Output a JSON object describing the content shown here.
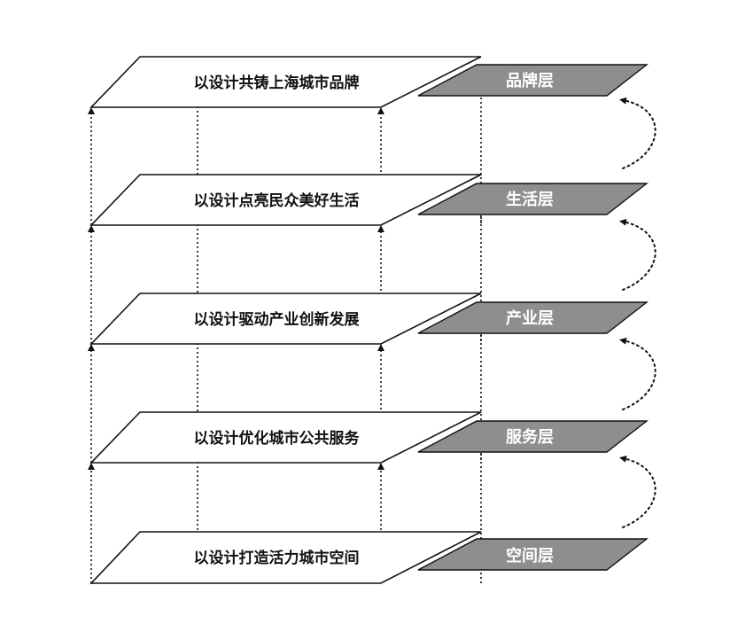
{
  "layers": [
    {
      "text": "以设计共铸上海城市品牌",
      "tag": "品牌层"
    },
    {
      "text": "以设计点亮民众美好生活",
      "tag": "生活层"
    },
    {
      "text": "以设计驱动产业创新发展",
      "tag": "产业层"
    },
    {
      "text": "以设计优化城市公共服务",
      "tag": "服务层"
    },
    {
      "text": "以设计打造活力城市空间",
      "tag": "空间层"
    }
  ],
  "colors": {
    "line": "#111111",
    "plane_fill": "#ffffff",
    "tag_fill": "#8e8e8e",
    "tag_text": "#ffffff"
  }
}
